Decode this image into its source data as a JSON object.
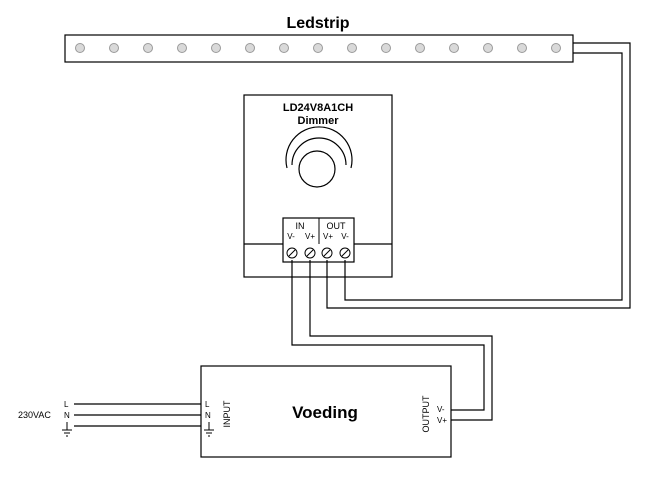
{
  "ledstrip": {
    "title": "Ledstrip",
    "led_count": 15
  },
  "dimmer": {
    "model": "LD24V8A1CH",
    "name": "Dimmer",
    "in_label": "IN",
    "out_label": "OUT",
    "terminals": [
      "V-",
      "V+",
      "V+",
      "V-"
    ]
  },
  "psu": {
    "name": "Voeding",
    "input_label": "INPUT",
    "output_label": "OUTPUT",
    "input_terminals": [
      "L",
      "N"
    ],
    "output_terminals": [
      "V-",
      "V+"
    ]
  },
  "mains": {
    "voltage": "230VAC",
    "lines": [
      "L",
      "N"
    ]
  }
}
